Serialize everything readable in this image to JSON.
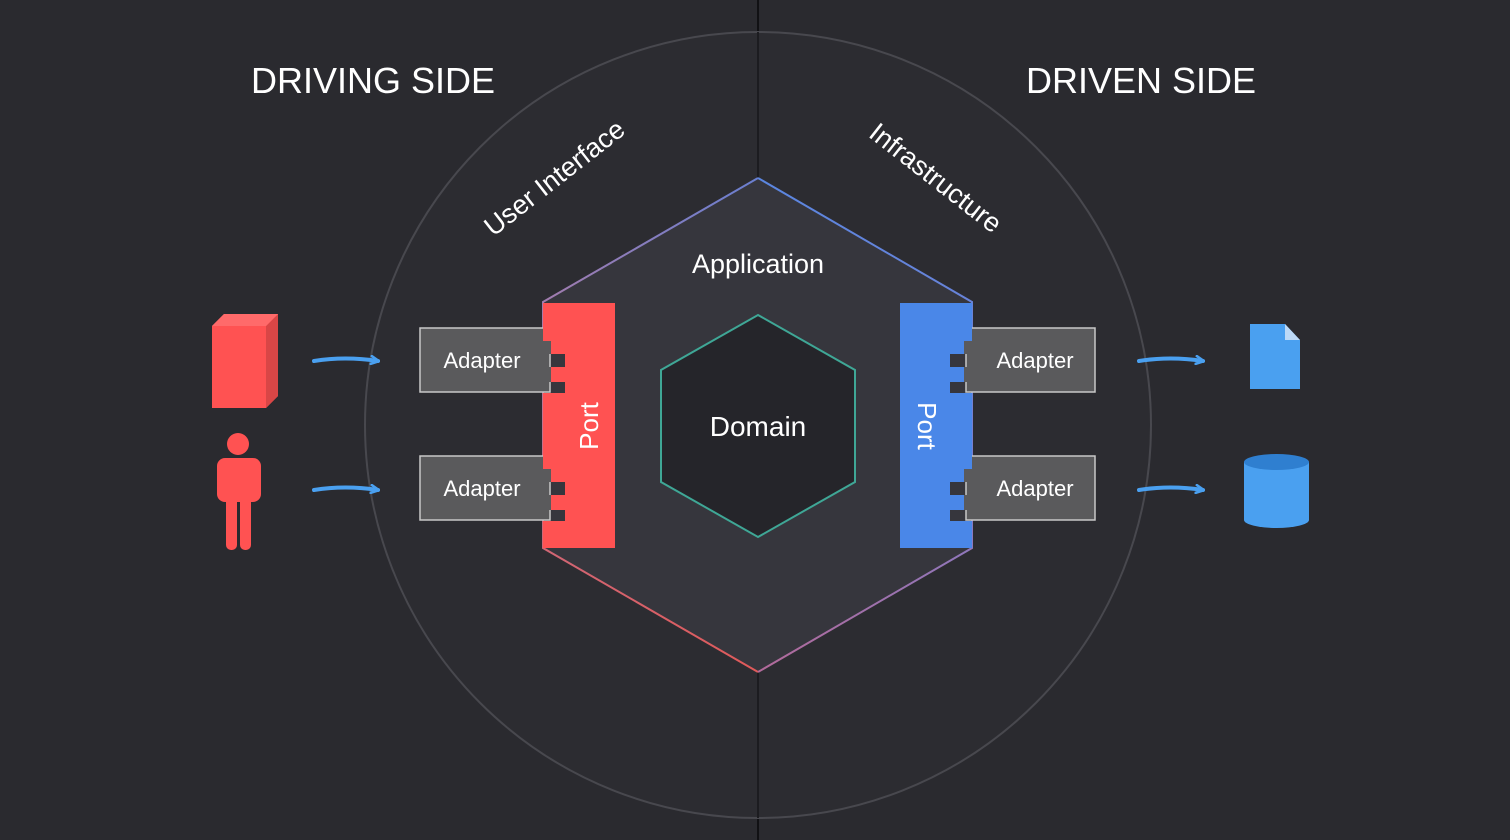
{
  "sides": {
    "driving": "DRIVING SIDE",
    "driven": "DRIVEN SIDE"
  },
  "layers": {
    "user_interface": "User Interface",
    "infrastructure": "Infrastructure",
    "application": "Application",
    "domain": "Domain"
  },
  "left": {
    "port": "Port",
    "adapters": [
      "Adapter",
      "Adapter"
    ]
  },
  "right": {
    "port": "Port",
    "adapters": [
      "Adapter",
      "Adapter"
    ]
  },
  "colors": {
    "background": "#2a2a2f",
    "application_fill": "#36363d",
    "domain_fill": "#25252a",
    "domain_stroke": "#3fa796",
    "driving_red": "#ff5555",
    "driven_blue": "#4a87e8",
    "arrow_blue": "#4aa0f0",
    "adapter_fill": "#5a5a5c",
    "adapter_stroke": "#c8c8c8"
  },
  "icons": {
    "left": [
      "server-icon",
      "person-icon"
    ],
    "right": [
      "document-icon",
      "database-icon"
    ]
  }
}
